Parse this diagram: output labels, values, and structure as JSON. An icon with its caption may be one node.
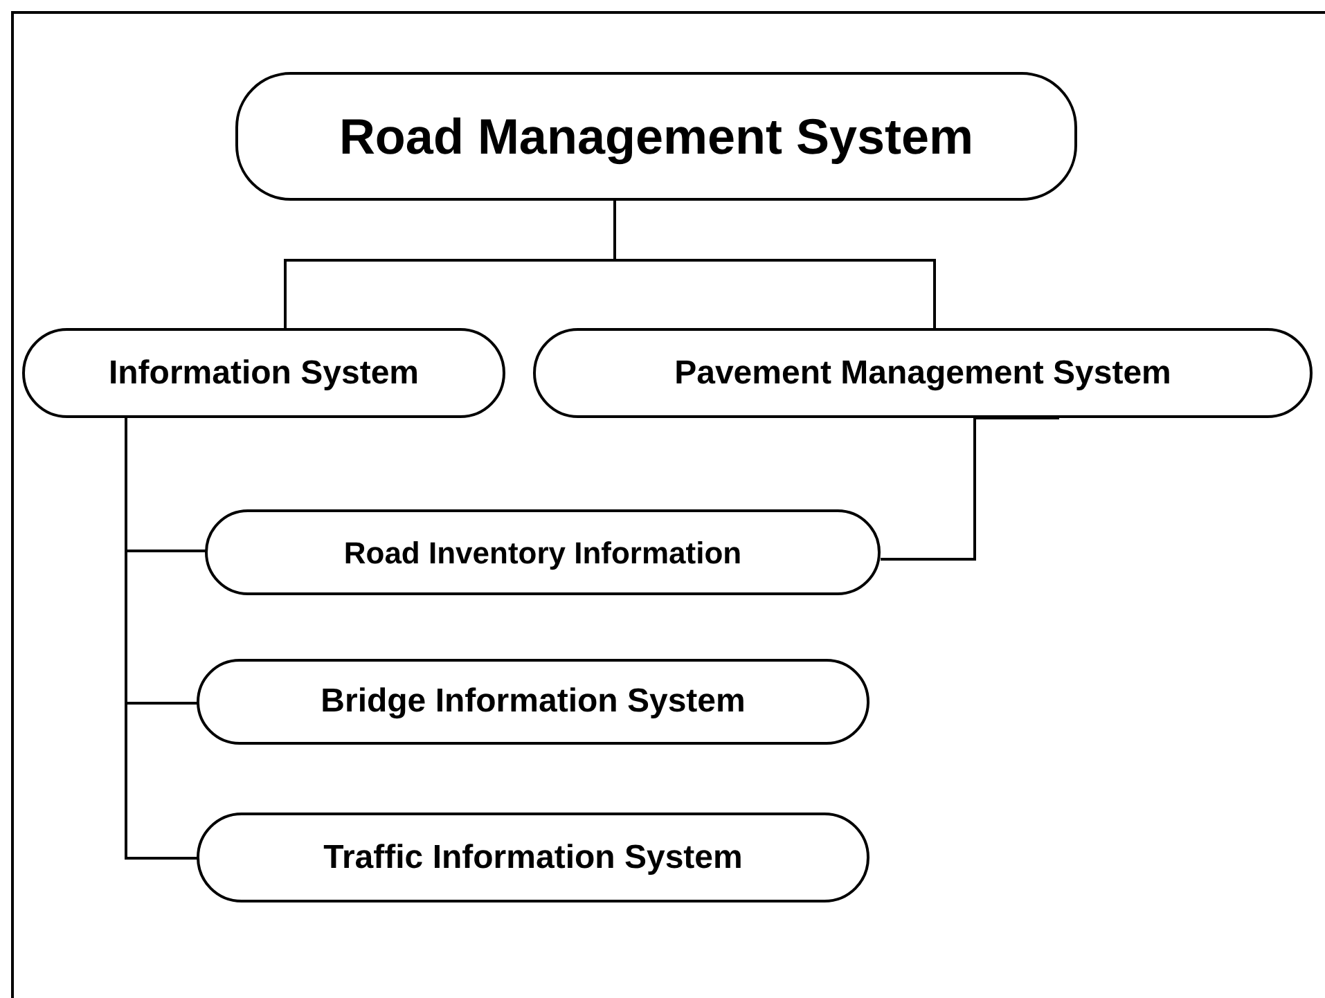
{
  "diagram": {
    "nodes": [
      {
        "text": [
          "Road Management System"
        ]
      },
      {
        "text": [
          "Information System"
        ]
      },
      {
        "text": [
          "Pavement Management System"
        ]
      },
      {
        "text": [
          "Road Inventory Information"
        ]
      },
      {
        "text": [
          "Bridge Information System"
        ]
      },
      {
        "text": [
          "Traffic Information System"
        ]
      }
    ],
    "edges": [
      {
        "from": 0,
        "to": 1,
        "arrow": "none"
      },
      {
        "from": 0,
        "to": 2,
        "arrow": "none"
      },
      {
        "from": 1,
        "to": 3,
        "arrow": "none"
      },
      {
        "from": 1,
        "to": 4,
        "arrow": "none"
      },
      {
        "from": 1,
        "to": 5,
        "arrow": "none"
      },
      {
        "from": 2,
        "to": 3,
        "arrow": "none"
      }
    ]
  }
}
